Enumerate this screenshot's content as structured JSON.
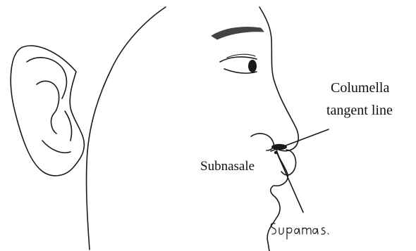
{
  "labels": {
    "columella_line_1": "Columella",
    "columella_line_2": "tangent line",
    "subnasale": "Subnasale"
  },
  "signature": "Supamas",
  "colors": {
    "line": "#1a1a1a",
    "eyebrow": "#444444",
    "background": "#ffffff"
  }
}
